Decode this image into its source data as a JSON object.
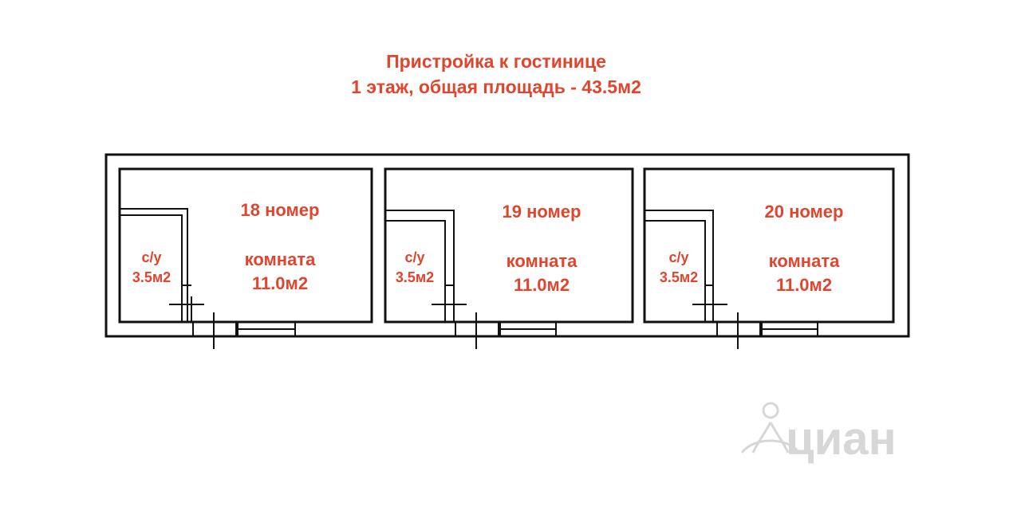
{
  "colors": {
    "accent": "#e0452d",
    "wall": "#111111",
    "watermark": "#d7d7d7"
  },
  "title": {
    "line1": "Пристройка к гостинице",
    "line2": "1 этаж, общая площадь - 43.5м2"
  },
  "units": [
    {
      "number_label": "18 номер",
      "room_label": "комната",
      "room_area": "11.0м2",
      "bath_label": "с/у",
      "bath_area": "3.5м2"
    },
    {
      "number_label": "19 номер",
      "room_label": "комната",
      "room_area": "11.0м2",
      "bath_label": "с/у",
      "bath_area": "3.5м2"
    },
    {
      "number_label": "20 номер",
      "room_label": "комната",
      "room_area": "11.0м2",
      "bath_label": "с/у",
      "bath_area": "3.5м2"
    }
  ],
  "watermark": {
    "text": "циан",
    "icon": "location-pin-person-icon"
  }
}
